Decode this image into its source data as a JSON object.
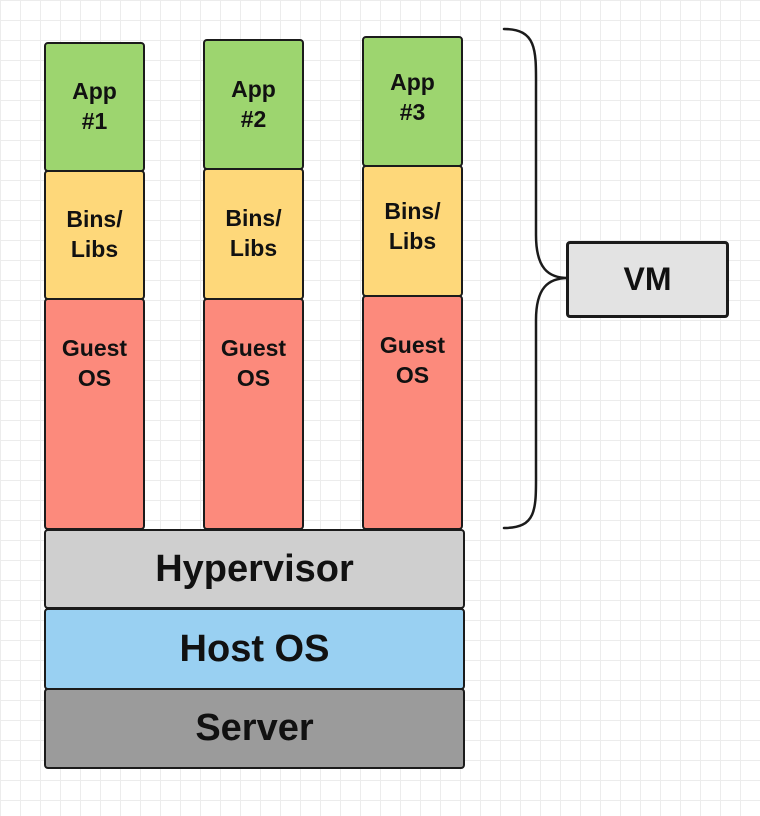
{
  "colors": {
    "app": "#9dd56f",
    "bins_libs": "#fed87a",
    "guest_os": "#fc8a7c",
    "hypervisor": "#cfcfcf",
    "host_os": "#99d0f2",
    "server": "#9b9b9b",
    "vm": "#e3e3e3"
  },
  "vm_columns": [
    {
      "app": "App\n#1",
      "bins_libs": "Bins/\nLibs",
      "guest_os": "Guest\nOS"
    },
    {
      "app": "App\n#2",
      "bins_libs": "Bins/\nLibs",
      "guest_os": "Guest\nOS"
    },
    {
      "app": "App\n#3",
      "bins_libs": "Bins/\nLibs",
      "guest_os": "Guest\nOS"
    }
  ],
  "layers": {
    "hypervisor": "Hypervisor",
    "host_os": "Host OS",
    "server": "Server"
  },
  "vm_label": "VM"
}
